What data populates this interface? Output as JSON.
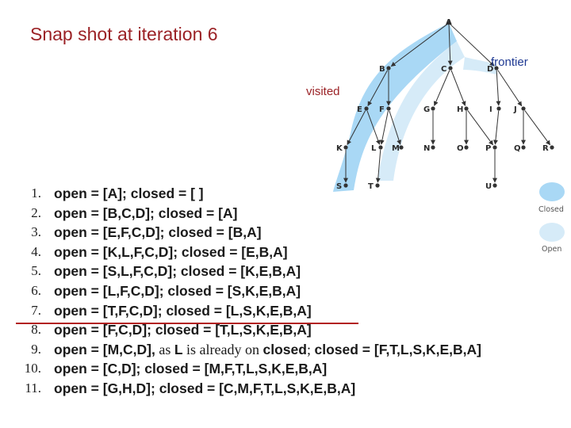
{
  "title": "Snap shot at iteration 6",
  "labels": {
    "visited": "visited",
    "frontier": "frontier"
  },
  "legend": {
    "closed": "Closed",
    "open": "Open",
    "closed_color": "#a9d8f5",
    "open_color": "#d6ebf8"
  },
  "colors": {
    "title": "#9b2226",
    "frontier_label": "#1f3a93",
    "visited_band": "#a9d8f5",
    "frontier_band": "#d6ebf8",
    "separator": "#b22222"
  },
  "tree": {
    "nodes": [
      "A",
      "B",
      "C",
      "D",
      "E",
      "F",
      "G",
      "H",
      "I",
      "J",
      "K",
      "L",
      "M",
      "N",
      "O",
      "P",
      "Q",
      "R",
      "S",
      "T",
      "U"
    ],
    "edges": [
      [
        "A",
        "B"
      ],
      [
        "A",
        "C"
      ],
      [
        "A",
        "D"
      ],
      [
        "B",
        "E"
      ],
      [
        "B",
        "F"
      ],
      [
        "C",
        "G"
      ],
      [
        "C",
        "H"
      ],
      [
        "D",
        "I"
      ],
      [
        "D",
        "J"
      ],
      [
        "E",
        "K"
      ],
      [
        "E",
        "L"
      ],
      [
        "F",
        "L"
      ],
      [
        "F",
        "M"
      ],
      [
        "G",
        "N"
      ],
      [
        "H",
        "O"
      ],
      [
        "H",
        "P"
      ],
      [
        "I",
        "P"
      ],
      [
        "J",
        "Q"
      ],
      [
        "J",
        "R"
      ],
      [
        "K",
        "S"
      ],
      [
        "L",
        "T"
      ],
      [
        "P",
        "U"
      ]
    ]
  },
  "steps": [
    {
      "num": "1.",
      "parts": [
        {
          "t": "open = [A]; closed = [ ]",
          "s": false
        }
      ]
    },
    {
      "num": "2.",
      "parts": [
        {
          "t": "open = [B,C,D]; closed = [A]",
          "s": false
        }
      ]
    },
    {
      "num": "3.",
      "parts": [
        {
          "t": "open = [E,F,C,D]; closed = [B,A]",
          "s": false
        }
      ]
    },
    {
      "num": "4.",
      "parts": [
        {
          "t": "open = [K,L,F,C,D]; closed = [E,B,A]",
          "s": false
        }
      ]
    },
    {
      "num": "5.",
      "parts": [
        {
          "t": "open = [S,L,F,C,D]; closed = [K,E,B,A]",
          "s": false
        }
      ]
    },
    {
      "num": "6.",
      "parts": [
        {
          "t": "open = [L,F,C,D]; closed = [S,K,E,B,A]",
          "s": false
        }
      ]
    },
    {
      "num": "7.",
      "parts": [
        {
          "t": "open = [T,F,C,D]; closed = [L,S,K,E,B,A]",
          "s": false
        }
      ]
    },
    {
      "num": "8.",
      "parts": [
        {
          "t": "open = [F,C,D]; closed = [T,L,S,K,E,B,A]",
          "s": false
        }
      ]
    },
    {
      "num": "9.",
      "parts": [
        {
          "t": "open = [M,C,D],",
          "s": false
        },
        {
          "t": " as ",
          "s": true
        },
        {
          "t": "L",
          "s": false
        },
        {
          "t": " is already on ",
          "s": true
        },
        {
          "t": "closed",
          "s": false
        },
        {
          "t": "; ",
          "s": true
        },
        {
          "t": "closed = [F,T,L,S,K,E,B,A]",
          "s": false
        }
      ]
    },
    {
      "num": "10.",
      "parts": [
        {
          "t": "open = [C,D]; closed = [M,F,T,L,S,K,E,B,A]",
          "s": false
        }
      ]
    },
    {
      "num": "11.",
      "parts": [
        {
          "t": "open = [G,H,D]; closed = [C,M,F,T,L,S,K,E,B,A]",
          "s": false
        }
      ]
    }
  ]
}
